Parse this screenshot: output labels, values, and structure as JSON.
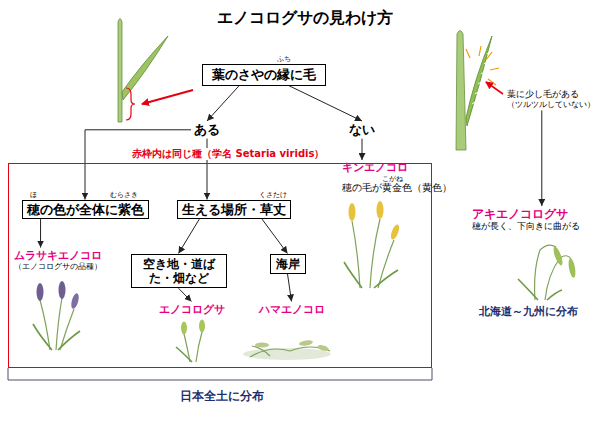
{
  "diagram": {
    "title": "エノコログサの見わけ方",
    "nodes": [
      {
        "text": [
          "葉のさやの縁に毛"
        ]
      },
      {
        "text": [
          "ある"
        ]
      },
      {
        "text": [
          "ない"
        ]
      },
      {
        "text": [
          "赤枠内は同じ種（学名 Setaria viridis）"
        ]
      },
      {
        "text": [
          "穂の色が全体に紫色"
        ],
        "in": 3
      },
      {
        "text": [
          "生える場所・草丈"
        ],
        "in": 3
      },
      {
        "text": [
          "空き地・道ばた・畑など"
        ],
        "in": 3
      },
      {
        "text": [
          "海岸"
        ],
        "in": 3
      },
      {
        "text": [
          "ムラサキエノコロ",
          "（エノコログサの品種）"
        ],
        "in": 3
      },
      {
        "text": [
          "エノコログサ"
        ],
        "in": 3
      },
      {
        "text": [
          "ハマエノコロ"
        ],
        "in": 3
      },
      {
        "text": [
          "キンエノコロ",
          "穂の毛が黄金色（黄色）"
        ]
      },
      {
        "text": [
          "葉に少し毛がある",
          "（ツルツルしていない）"
        ]
      },
      {
        "text": [
          "アキエノコログサ",
          "穂が長く、下向きに曲がる"
        ]
      }
    ],
    "edges": [
      {
        "from": 0,
        "to": 1,
        "arrow": "to"
      },
      {
        "from": 0,
        "to": 2,
        "arrow": "to"
      },
      {
        "from": 1,
        "to": 4,
        "arrow": "to"
      },
      {
        "from": 1,
        "to": 5,
        "arrow": "to"
      },
      {
        "from": 2,
        "to": 11,
        "arrow": "to"
      },
      {
        "from": 4,
        "to": 8,
        "arrow": "to"
      },
      {
        "from": 5,
        "to": 6,
        "arrow": "to"
      },
      {
        "from": 5,
        "to": 7,
        "arrow": "to"
      },
      {
        "from": 6,
        "to": 9,
        "arrow": "to"
      },
      {
        "from": 7,
        "to": 10,
        "arrow": "to"
      },
      {
        "from": 12,
        "to": 13,
        "arrow": "to"
      }
    ],
    "labels": [
      "ふち",
      "ほ",
      "むらさき",
      "くさたけ",
      "こがね",
      "北海道～九州に分布",
      "日本全土に分布"
    ]
  }
}
